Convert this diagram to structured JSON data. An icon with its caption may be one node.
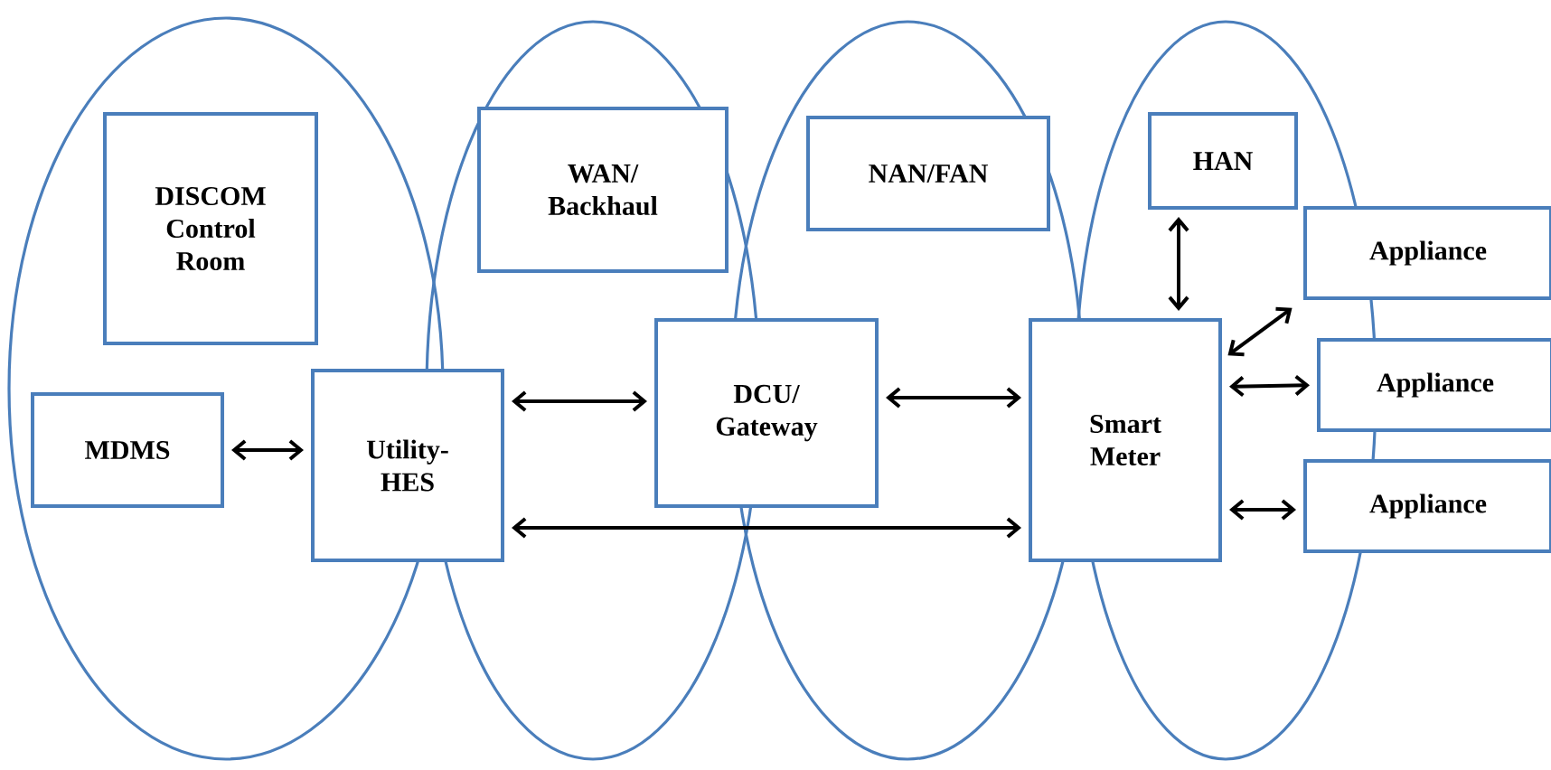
{
  "diagram": {
    "nodes": [
      {
        "text": [
          "DISCOM Control Room"
        ]
      },
      {
        "text": [
          "WAN/ Backhaul"
        ]
      },
      {
        "text": [
          "NAN/FAN"
        ]
      },
      {
        "text": [
          "HAN"
        ]
      },
      {
        "text": [
          "MDMS"
        ]
      },
      {
        "text": [
          "Utility- HES"
        ]
      },
      {
        "text": [
          "DCU/ Gateway"
        ]
      },
      {
        "text": [
          "Smart Meter"
        ]
      },
      {
        "text": [
          "Appliance"
        ]
      },
      {
        "text": [
          "Appliance"
        ]
      },
      {
        "text": [
          "Appliance"
        ]
      }
    ],
    "edges": [
      {
        "from": 4,
        "to": 5,
        "arrow": "both"
      },
      {
        "from": 5,
        "to": 6,
        "arrow": "both"
      },
      {
        "from": 6,
        "to": 7,
        "arrow": "both"
      },
      {
        "from": 5,
        "to": 7,
        "arrow": "both"
      },
      {
        "from": 7,
        "to": 3,
        "arrow": "both"
      },
      {
        "from": 7,
        "to": 8,
        "arrow": "both"
      },
      {
        "from": 7,
        "to": 9,
        "arrow": "both"
      },
      {
        "from": 7,
        "to": 10,
        "arrow": "both"
      }
    ]
  }
}
